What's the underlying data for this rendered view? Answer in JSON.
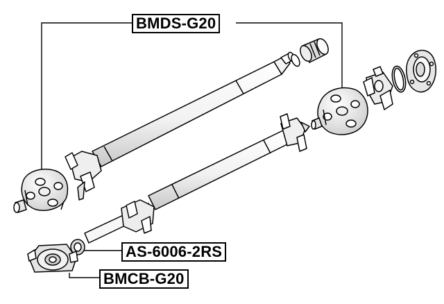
{
  "labels": {
    "flex_disc": "BMDS-G20",
    "bearing": "AS-6006-2RS",
    "center_bearing": "BMCB-G20"
  },
  "colors": {
    "ink": "#000000",
    "paper": "#ffffff",
    "shade": "#d8d8d8"
  }
}
